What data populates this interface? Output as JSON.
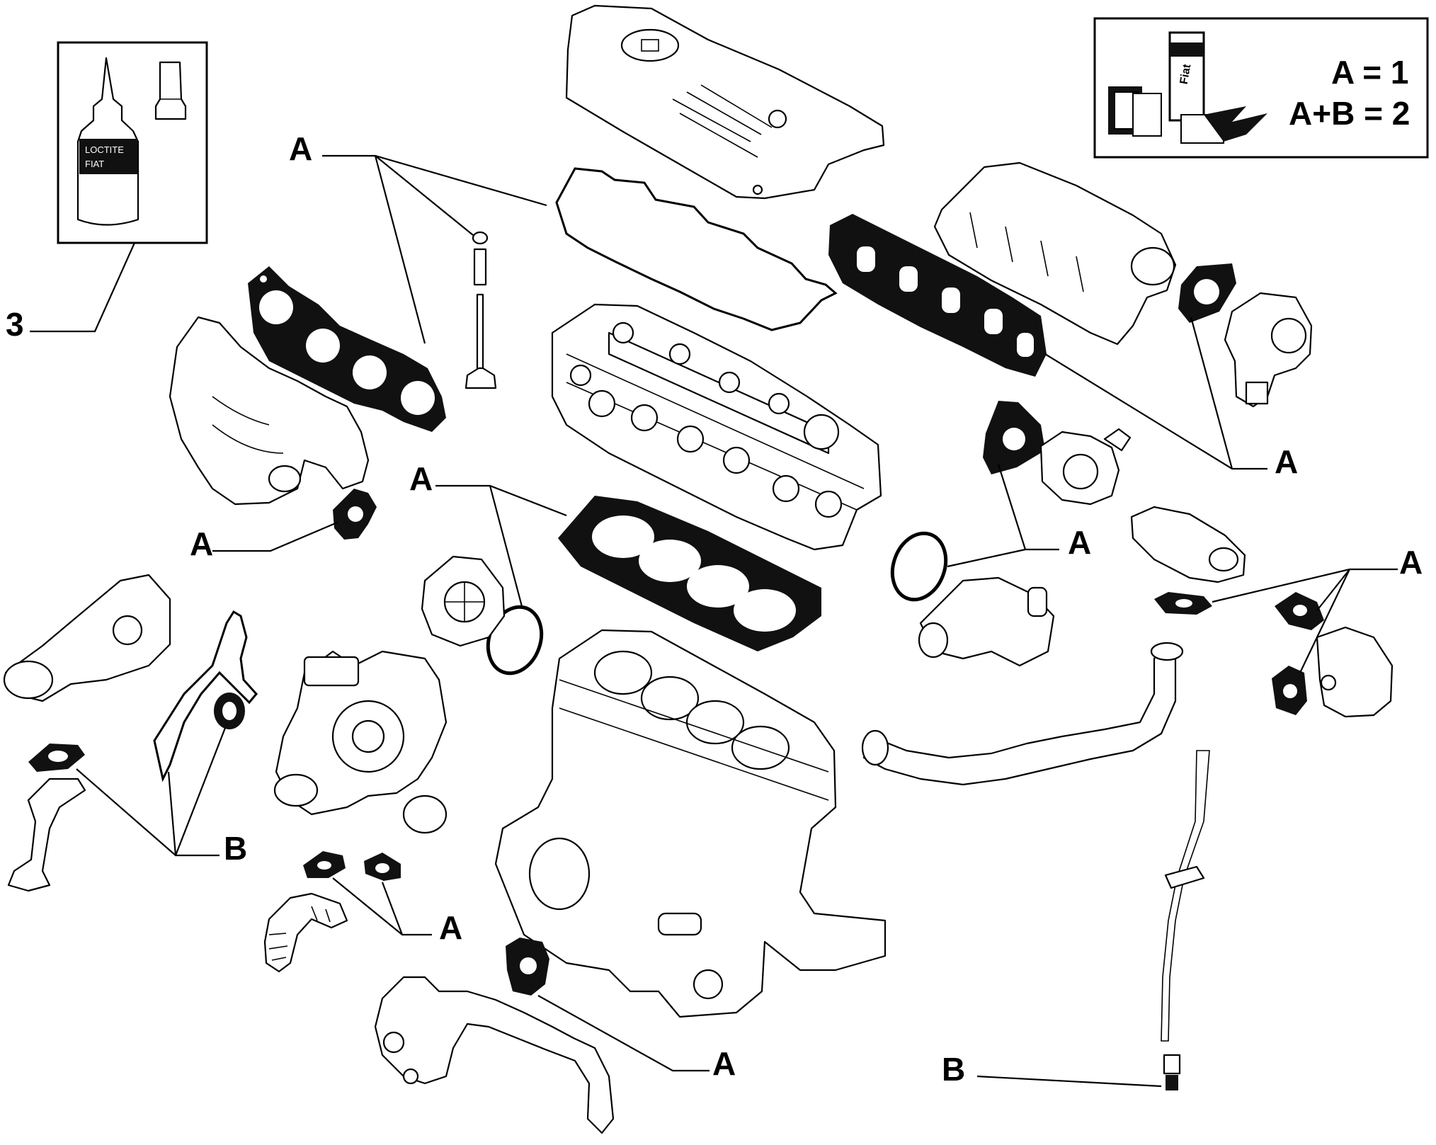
{
  "legend": {
    "line1": "A = 1",
    "line2": "A+B = 2",
    "product_text": "Fiat"
  },
  "sealant": {
    "callout": "3"
  },
  "callouts": {
    "a_valve_cover": "A",
    "a_intake": "A",
    "a_head_gasket": "A",
    "a_exhaust_flange": "A",
    "a_thermostat": "A",
    "a_egr": "A",
    "a_turbo": "A",
    "a_pipe": "A",
    "b_front": "B",
    "b_dipstick": "B"
  }
}
